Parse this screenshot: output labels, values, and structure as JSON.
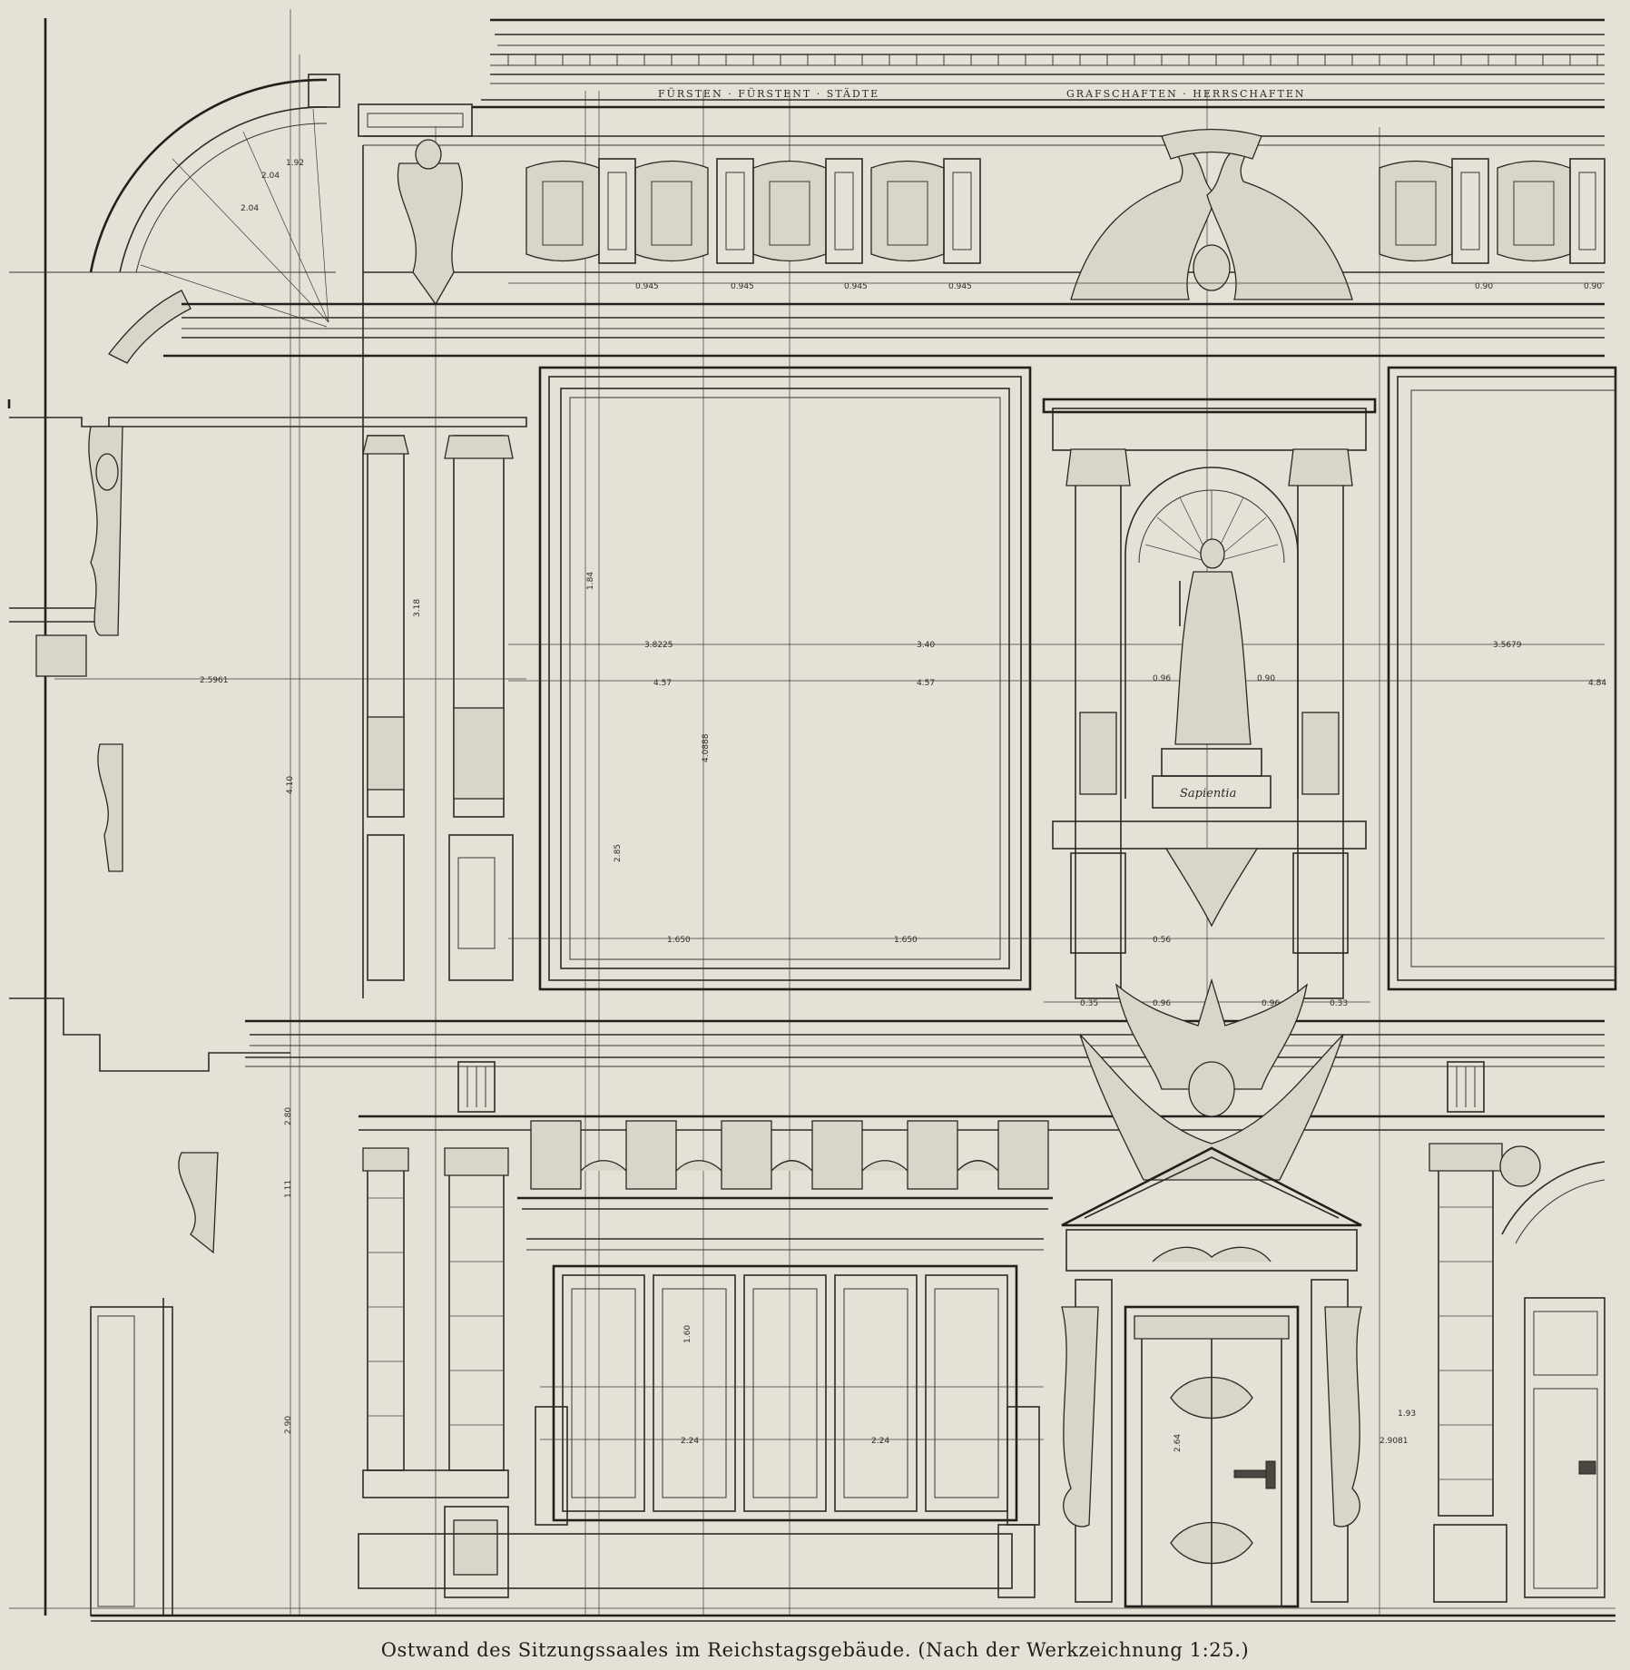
{
  "caption": "Ostwand des Sitzungssaales im Reichstagsgebäude. (Nach der Werkzeichnung 1:25.)",
  "frieze_inscription_left": "FÜRSTEN · FÜRSTENT · STÄDTE",
  "frieze_inscription_right": "GRAFSCHAFTEN · HERRSCHAFTEN",
  "niche_plaque": "Sapientia",
  "dimension_labels": {
    "arch_radius": "2.04",
    "arch_1": "2.04",
    "arch_2": "1.92",
    "bay_1": "0.945",
    "bay_2": "0.945",
    "bay_3": "0.945",
    "bay_4": "0.945",
    "bay_r1": "0.90",
    "bay_r2": "0.90",
    "span_a": "3.8225",
    "span_b": "3.40",
    "span_c": "4.57",
    "span_d": "4.84",
    "span_e": "3.5679",
    "left_a": "2.5961",
    "left_b": "3.18",
    "panel_h": "1.84",
    "panel_h2": "2.85",
    "panel_w": "1.650",
    "panel_w2": "1.650",
    "niche_1": "0.96",
    "niche_2": "0.90",
    "base_1": "0.56",
    "base_2": "0.96",
    "base_3": "0.96",
    "door_h": "2.90",
    "door_w1": "2.24",
    "door_w2": "2.24",
    "door_h2": "1.60",
    "portal_h": "2.64",
    "side_1": "0.35",
    "side_2": "0.33",
    "tall_1": "4.10",
    "tall_2": "4.0888",
    "low_1": "1.11",
    "low_2": "2.80",
    "right_1": "1.93",
    "right_2": "2.9081"
  }
}
